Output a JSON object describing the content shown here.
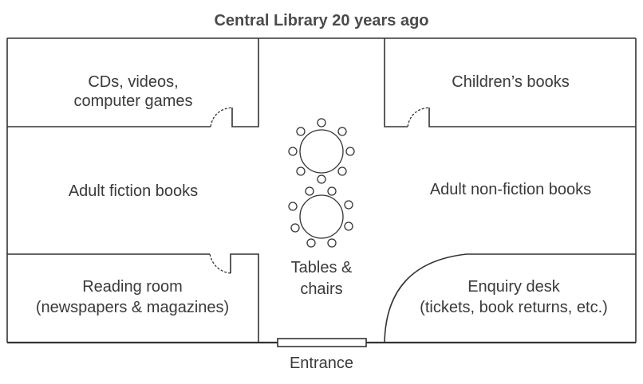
{
  "title": "Central Library 20 years ago",
  "rooms": {
    "cds": [
      "CDs, videos,",
      "computer games"
    ],
    "children": "Children’s books",
    "adult_fiction": "Adult fiction books",
    "adult_nonfiction": "Adult non-fiction books",
    "tables": [
      "Tables &",
      "chairs"
    ],
    "reading": [
      "Reading room",
      "(newspapers & magazines)"
    ],
    "enquiry": [
      "Enquiry desk",
      "(tickets, book returns, etc.)"
    ]
  },
  "entrance": "Entrance",
  "tables_count": 2,
  "chairs_per_table": 8
}
